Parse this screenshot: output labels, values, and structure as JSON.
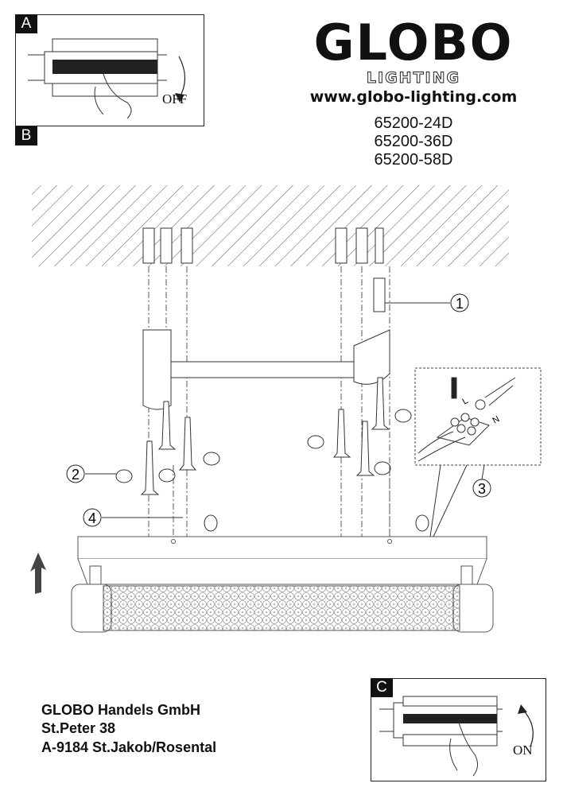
{
  "panel_a": {
    "tag": "A",
    "caption": "OFF"
  },
  "panel_b": {
    "tag": "B"
  },
  "panel_c": {
    "tag": "C",
    "caption": "ON"
  },
  "logo": {
    "brand": "GLOBO",
    "sub": "LIGHTING"
  },
  "url": "www.globo-lighting.com",
  "models": [
    "65200-24D",
    "65200-36D",
    "65200-58D"
  ],
  "callouts": [
    "1",
    "2",
    "3",
    "4"
  ],
  "wiring": {
    "live": "L",
    "neutral": "N"
  },
  "address": [
    "GLOBO Handels GmbH",
    "St.Peter 38",
    "A-9184 St.Jakob/Rosental"
  ]
}
